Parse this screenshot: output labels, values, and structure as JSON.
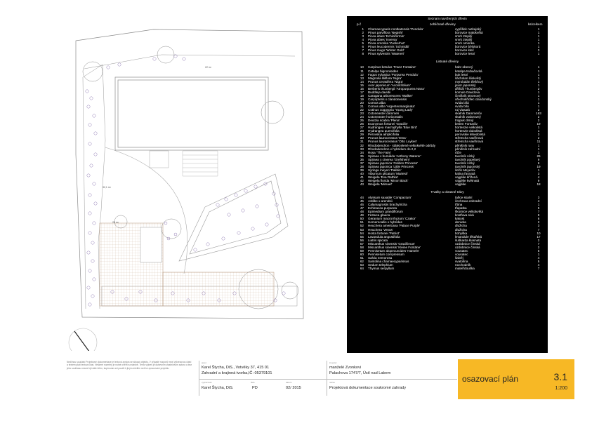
{
  "plan": {
    "label_top": "22 m²",
    "label_left": "32,1 m²",
    "label_terrace": "28 m²"
  },
  "table": {
    "title": "Seznam navržených dřevin",
    "col_no": "p.č",
    "col_total": "ks/celkem",
    "sections": [
      {
        "name": "Jehličnaté dřeviny",
        "rows": [
          {
            "no": "1",
            "lat": "Chamaecyparis nootkatensis 'Pendula'",
            "cz": "cypřišek nutkajský",
            "ks": "1"
          },
          {
            "no": "2",
            "lat": "Pinus parviflora 'Negishi'",
            "cz": "borovice malokvětá",
            "ks": "1"
          },
          {
            "no": "3",
            "lat": "Picea abies 'Echiniformis'",
            "cz": "smrk ztepilý",
            "ks": "1"
          },
          {
            "no": "4",
            "lat": "Picea abies 'Inversa'",
            "cz": "smrk ztepilý",
            "ks": "1"
          },
          {
            "no": "5",
            "lat": "Picea omorika 'Zuckerhut'",
            "cz": "smrk omorika",
            "ks": "1"
          },
          {
            "no": "6",
            "lat": "Pinus leucodermis 'Schmidtii'",
            "cz": "borovice bělokorá",
            "ks": "1"
          },
          {
            "no": "7",
            "lat": "Pinus mugo 'Winter Gold'",
            "cz": "borovice kleč",
            "ks": "3"
          },
          {
            "no": "8",
            "lat": "Pinus sylvestris 'Watereri'",
            "cz": "borovice lesní",
            "ks": "1"
          }
        ]
      },
      {
        "name": "Listnaté dřeviny",
        "rows": [
          {
            "no": "10",
            "lat": "Carpinus betulus 'Franz Fontaine'",
            "cz": "habr obecný",
            "ks": "1"
          },
          {
            "no": "11",
            "lat": "Catalpa bignonioides",
            "cz": "katalpa trubačovitá",
            "ks": "1"
          },
          {
            "no": "12",
            "lat": "Fagus sylvatica 'Purpurea Pendula'",
            "cz": "buk lesní",
            "ks": "1"
          },
          {
            "no": "13",
            "lat": "Magnolia liliiflora 'Nigra'",
            "cz": "šácholan liliokvětý",
            "ks": "1"
          },
          {
            "no": "14",
            "lat": "Prunus cerasifera 'Nigra'",
            "cz": "myrobalán třešňový",
            "ks": "1"
          },
          {
            "no": "15",
            "lat": "Acer japonicum 'Aconitifolium'",
            "cz": "javor japonský",
            "ks": "1"
          },
          {
            "no": "16",
            "lat": "Berberis thunbergii 'Atropurpurea Nana'",
            "cz": "dřišťál Thunbergův",
            "ks": "2"
          },
          {
            "no": "17",
            "lat": "Buddleja davidii",
            "cz": "komule Davidova",
            "ks": "1"
          },
          {
            "no": "18",
            "lat": "Caragana arborescens 'Walker'",
            "cz": "čimišník stromový",
            "ks": "1"
          },
          {
            "no": "19",
            "lat": "Caryopteris x clandonensis",
            "cz": "ořechokřídlec clandonský",
            "ks": "1"
          },
          {
            "no": "20",
            "lat": "Cornus alba",
            "cz": "svída bílá",
            "ks": "1"
          },
          {
            "no": "21",
            "lat": "Cornus alba 'Argenteomarginata'",
            "cz": "svída bílá",
            "ks": "1"
          },
          {
            "no": "22",
            "lat": "Cotinus coggygria 'Young Lady'",
            "cz": "ruj vlasatá",
            "ks": "2"
          },
          {
            "no": "23",
            "lat": "Cotoneaster dammeri",
            "cz": "skalník Dammerův",
            "ks": "163"
          },
          {
            "no": "24",
            "lat": "Cotoneaster horizontalis",
            "cz": "skalník vodorovný",
            "ks": "2"
          },
          {
            "no": "25",
            "lat": "Deutzia scabra 'Plena'",
            "cz": "trojpuk drsný",
            "ks": "2"
          },
          {
            "no": "26",
            "lat": "Euonymus fortunei 'Gracilis'",
            "cz": "brslen Fortunův",
            "ks": "19"
          },
          {
            "no": "27",
            "lat": "Hydrangea macrophylla 'Blue Bird'",
            "cz": "hortenzie velkolistá",
            "ks": "1"
          },
          {
            "no": "28",
            "lat": "Hydrangea quercifolia",
            "cz": "hortenzie dubolistá",
            "ks": "1"
          },
          {
            "no": "29",
            "lat": "Perovskia atriplicifolia",
            "cz": "perovskie lebedolistá",
            "ks": "3"
          },
          {
            "no": "30",
            "lat": "Prunus laurocerasus 'Etna'",
            "cz": "střemcha vavřínová",
            "ks": "2"
          },
          {
            "no": "31",
            "lat": "Prunus laurocerasus 'Otto Luyken'",
            "cz": "střemcha vavřínová",
            "ks": "11"
          },
          {
            "no": "32",
            "lat": "Rhododendron - stálezelené velkokvěté odrůdy",
            "cz": "pěnišník rany",
            "ks": "1"
          },
          {
            "no": "33",
            "lat": "Rhododendron x hybridum do 2,2",
            "cz": "pěnišník zahradní",
            "ks": "1"
          },
          {
            "no": "34",
            "lat": "Rosa 'The Fairy'",
            "cz": "růže",
            "ks": "1"
          },
          {
            "no": "35",
            "lat": "Spiraea x bumalda 'Anthony Waterer'",
            "cz": "tavolník nízký",
            "ks": "26"
          },
          {
            "no": "36",
            "lat": "Spiraea x cinerea 'Grefsheim'",
            "cz": "tavolník popelavý",
            "ks": "9"
          },
          {
            "no": "37",
            "lat": "Spiraea japonica 'Golden Princess'",
            "cz": "tavolník nízký",
            "ks": "6"
          },
          {
            "no": "38",
            "lat": "Spiraea japonica 'Little Princess'",
            "cz": "tavolník japonský",
            "ks": "19"
          },
          {
            "no": "39",
            "lat": "Syringa meyeri 'Palibin'",
            "cz": "šeřík Meyerův",
            "ks": "1"
          },
          {
            "no": "40",
            "lat": "Viburnum plicatum 'Mariesii'",
            "cz": "kalina řasnatá",
            "ks": "3"
          },
          {
            "no": "41",
            "lat": "Weigela 'Eva Rathke'",
            "cz": "vajgélie křížená",
            "ks": "4"
          },
          {
            "no": "42",
            "lat": "Weigela florida 'Minor Black'",
            "cz": "vajgélie květnatá",
            "ks": "9"
          },
          {
            "no": "43",
            "lat": "Weigela 'Mimael'",
            "cz": "vajgélie",
            "ks": "18"
          }
        ]
      },
      {
        "name": "Trvalky a okrasné trávy",
        "rows": [
          {
            "no": "44",
            "lat": "Alyssum saxatile 'Compactum'",
            "cz": "tařice skalní",
            "ks": "3"
          },
          {
            "no": "45",
            "lat": "Astilbe x arendsii",
            "cz": "čechrava zahradní",
            "ks": "4"
          },
          {
            "no": "46",
            "lat": "Calamagrostis brachytricha",
            "cz": "třtina",
            "ks": "1"
          },
          {
            "no": "47",
            "lat": "Echinacea purpurea",
            "cz": "třapatka",
            "ks": "5"
          },
          {
            "no": "48",
            "lat": "Epimedium grandiflorum",
            "cz": "škornice velkokvětá",
            "ks": "7"
          },
          {
            "no": "49",
            "lat": "Festuca glauca",
            "cz": "kostřava sivá",
            "ks": "8"
          },
          {
            "no": "50",
            "lat": "Geranium macrorrhyzum 'Czakor'",
            "cz": "kakost",
            "ks": "6"
          },
          {
            "no": "51",
            "lat": "Hemerocallis x hybridus",
            "cz": "denivka",
            "ks": "2"
          },
          {
            "no": "52",
            "lat": "Heuchera americana 'Palace Purple'",
            "cz": "dlužicha",
            "ks": "3"
          },
          {
            "no": "53",
            "lat": "Heuchera 'Venus'",
            "cz": "dlužicha",
            "ks": "7"
          },
          {
            "no": "54",
            "lat": "Hosta fortunei 'Patriot'",
            "cz": "bohyška",
            "ks": "10"
          },
          {
            "no": "55",
            "lat": "Lavandula angustifolia",
            "cz": "levandule lékařská",
            "ks": "17"
          },
          {
            "no": "56",
            "lat": "Liatris spicata",
            "cz": "šuškarda klasnatá",
            "ks": "2"
          },
          {
            "no": "57",
            "lat": "Miscanthus sinensis 'Gracillimus'",
            "cz": "ozdobnice čínská",
            "ks": "7"
          },
          {
            "no": "58",
            "lat": "Miscanthus sinensis 'Kleine Fontäne'",
            "cz": "ozdobnice čínská",
            "ks": "2"
          },
          {
            "no": "59",
            "lat": "Pennisetum alopecuroides 'Hameln'",
            "cz": "vousatec",
            "ks": "5"
          },
          {
            "no": "60",
            "lat": "Pennisetum compressum",
            "cz": "vousatec",
            "ks": "1"
          },
          {
            "no": "61",
            "lat": "Salvia nemorosa",
            "cz": "šalvěj",
            "ks": "4"
          },
          {
            "no": "62",
            "lat": "Santolina chamaecyparissus",
            "cz": "svatolína",
            "ks": "5"
          },
          {
            "no": "63",
            "lat": "Sedum telephium",
            "cz": "rozchodník",
            "ks": "4"
          },
          {
            "no": "64",
            "lat": "Thymus serpyllum",
            "cz": "mateřídouška",
            "ks": "7"
          }
        ]
      }
    ]
  },
  "titleblock": {
    "note": "Nedílnou součástí Projektové dokumentace je textová zpráva se situací objektu. V případě rozporů mezi výkresovou částí a textem platí textová část. Veškeré rozměry je nutné ověřit na stavbě. Tento výkres je duševním vlastnictvím autora a bez jeho souhlasu nesmí být dále šířen, kopírován ani použit k jiným účelům než ke zpracování projektu.",
    "lab_author": "autor",
    "author": "Karel Štycha, DiS., Votvěky 37, 415 01",
    "author_sub": "Zahradní a krajinná tvorba,IČ: 05379101",
    "lab_client": "investor",
    "client": "manželé Zvonkovi",
    "client_addr": "Palachova 1747/7, Ústí nad Labem",
    "lab_drawn": "vypracoval",
    "drawn": "Karel Štycha, DiS.",
    "lab_phase": "fáze",
    "phase": "PD",
    "lab_date": "datum",
    "date": "02/ 2015",
    "lab_project": "název",
    "project": "Projektová dokumentace soukromé zahrady",
    "drawing_title": "osazovací plán",
    "drawing_number": "3.1",
    "scale": "1:200"
  },
  "colors": {
    "stamp": "#f7b825",
    "table_bg": "#000000",
    "plant_mark": "#7a5fa6"
  }
}
